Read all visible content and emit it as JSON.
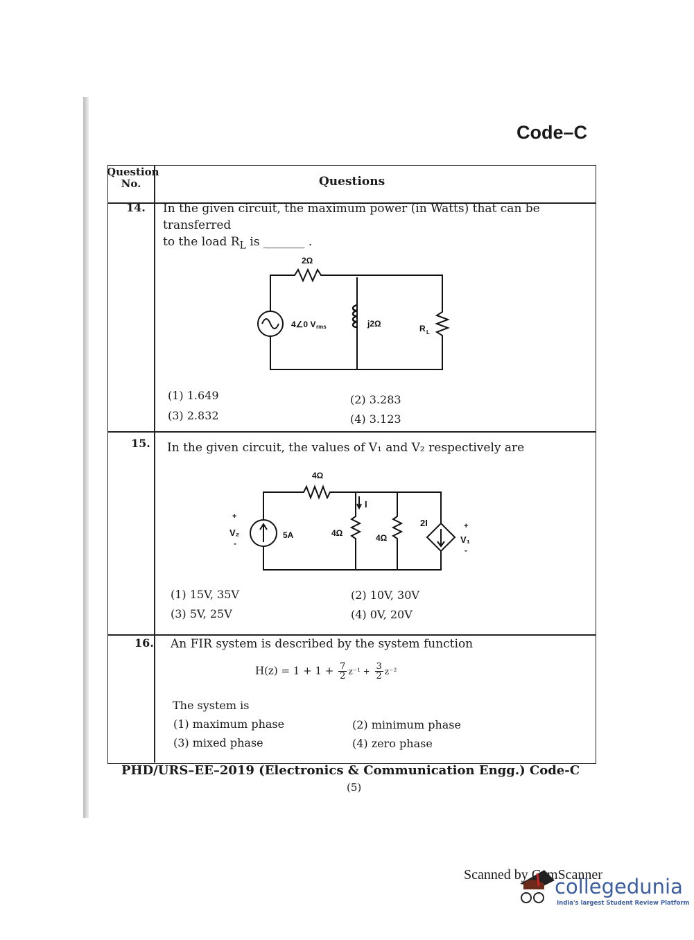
{
  "header": {
    "code": "Code–C"
  },
  "table": {
    "col_no": "Question No.",
    "col_q": "Questions"
  },
  "questions": [
    {
      "number": "14.",
      "text": "In the given circuit, the maximum power (in Watts) that can be transferred",
      "text2": "to the load R",
      "sub": "L",
      "text3": " is _______ .",
      "circuit": {
        "r_series": "2Ω",
        "source": "4∠0 V",
        "source_unit": "rms",
        "inductor": "j2Ω",
        "load": "R",
        "load_sub": "L"
      },
      "options": [
        "(1)  1.649",
        "(2)  3.283",
        "(3)  2.832",
        "(4)  3.123"
      ]
    },
    {
      "number": "15.",
      "text": "In the given circuit, the values of V₁ and V₂ respectively are",
      "circuit": {
        "r_series": "4Ω",
        "source": "5A",
        "r1": "4Ω",
        "r2": "4Ω",
        "current": "I",
        "dep": "2I",
        "v1": "V₁",
        "v2": "V₂",
        "plus": "+",
        "minus": "-"
      },
      "options": [
        "(1)  15V, 35V",
        "(2)  10V, 30V",
        "(3)  5V, 25V",
        "(4)  0V, 20V"
      ]
    },
    {
      "number": "16.",
      "text": "An FIR system is described by the system function",
      "formula": {
        "lhs": "H(z) = 1 + 1 +",
        "n1": "7",
        "d1": "2",
        "t1": "z⁻¹ +",
        "n2": "3",
        "d2": "2",
        "t2": "z⁻²"
      },
      "text2": "The system is",
      "options": [
        "(1)  maximum phase",
        "(2)  minimum phase",
        "(3)  mixed phase",
        "(4)  zero phase"
      ]
    }
  ],
  "footer": {
    "title": "PHD/URS–EE–2019 (Electronics & Communication Engg.) Code-C",
    "page": "(5)"
  },
  "watermark": {
    "scanned": "Scanned by CamScanner",
    "logo": "collegedunia",
    "tagline": "India's largest Student Review Platform"
  }
}
